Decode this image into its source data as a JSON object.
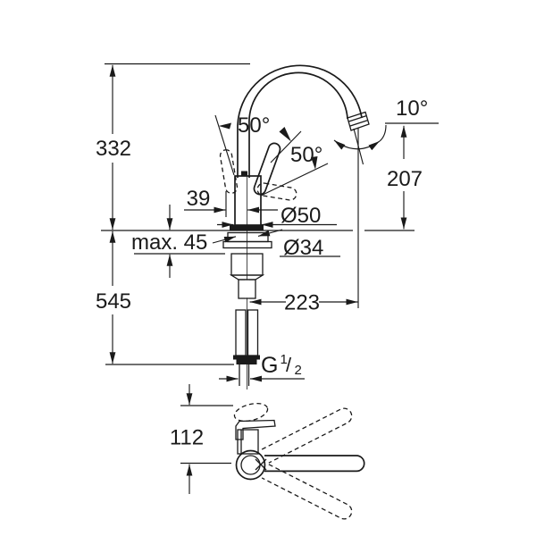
{
  "drawing": {
    "labels": {
      "overall_height": "332",
      "below_deck_length": "545",
      "handle_front_offset": "39",
      "max_counter_thickness": "max. 45",
      "base_diameter": "Ø50",
      "mount_hole_diameter": "Ø34",
      "spout_reach": "223",
      "outlet_height": "207",
      "outlet_angle": "10°",
      "handle_angle_upper": "50°",
      "handle_angle_lower": "50°",
      "plan_handle_offset": "112",
      "thread_letter": "G",
      "thread_numerator": "1",
      "thread_slash": "/",
      "thread_denominator": "2"
    },
    "colors": {
      "ink": "#1a1a1a",
      "paper": "#ffffff"
    }
  }
}
